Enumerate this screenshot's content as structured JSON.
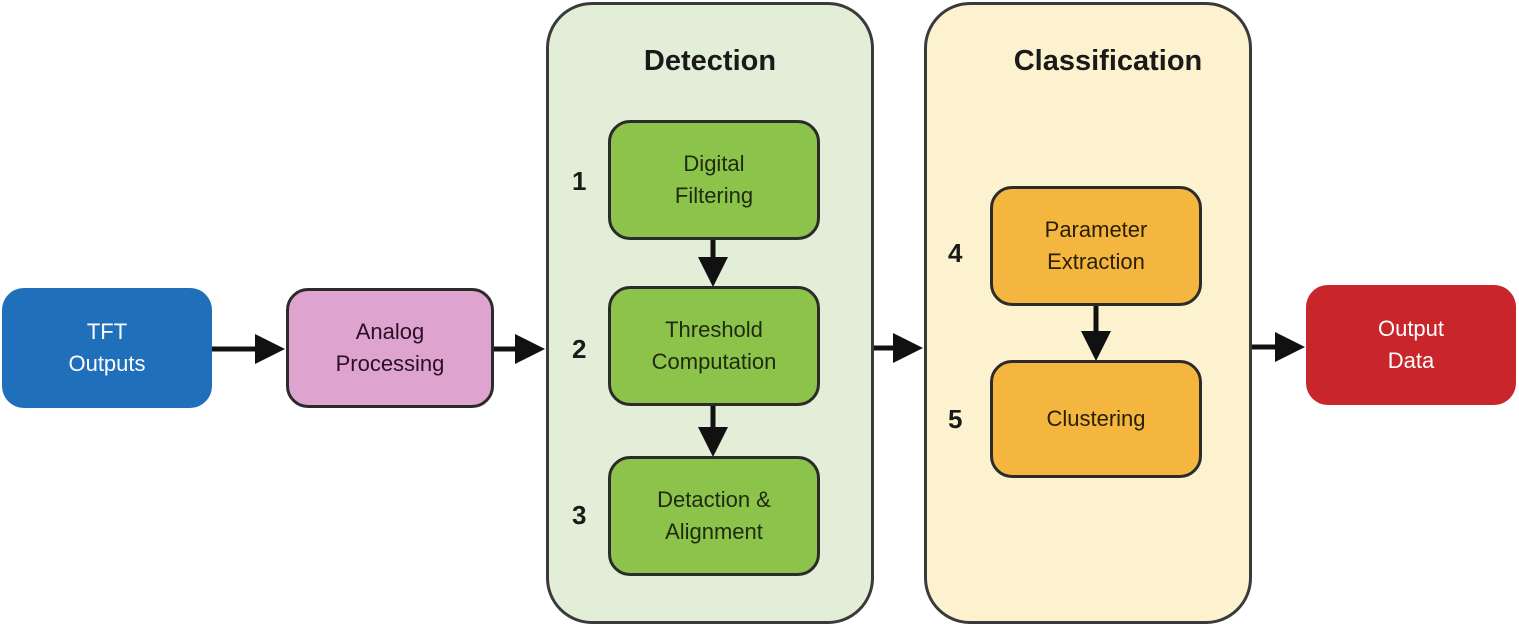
{
  "diagram": {
    "inputs": [
      {
        "id": "tft",
        "label": "TFT\nOutputs",
        "color": "#1f6fba",
        "text_color": "#ffffff"
      },
      {
        "id": "analog",
        "label": "Analog\nProcessing",
        "color": "#dfa3cf",
        "text_color": "#2a1024"
      }
    ],
    "detection": {
      "title": "Detection",
      "bg_color": "#e3eed8",
      "box_color": "#8cc34b",
      "steps": [
        {
          "number": "1",
          "label": "Digital\nFiltering"
        },
        {
          "number": "2",
          "label": "Threshold\nComputation"
        },
        {
          "number": "3",
          "label": "Detaction &\nAlignment"
        }
      ]
    },
    "classification": {
      "title": "Classification",
      "bg_color": "#fdf2cf",
      "box_color": "#f4b63f",
      "steps": [
        {
          "number": "4",
          "label": "Parameter\nExtraction"
        },
        {
          "number": "5",
          "label": "Clustering"
        }
      ]
    },
    "output": {
      "id": "output",
      "label": "Output\nData",
      "color": "#c8262a",
      "text_color": "#ffffff"
    },
    "edges": [
      [
        "TFT Outputs",
        "Analog Processing"
      ],
      [
        "Analog Processing",
        "Detection"
      ],
      [
        "Digital Filtering",
        "Threshold Computation"
      ],
      [
        "Threshold Computation",
        "Detaction & Alignment"
      ],
      [
        "Detection",
        "Classification"
      ],
      [
        "Parameter Extraction",
        "Clustering"
      ],
      [
        "Classification",
        "Output Data"
      ]
    ]
  }
}
